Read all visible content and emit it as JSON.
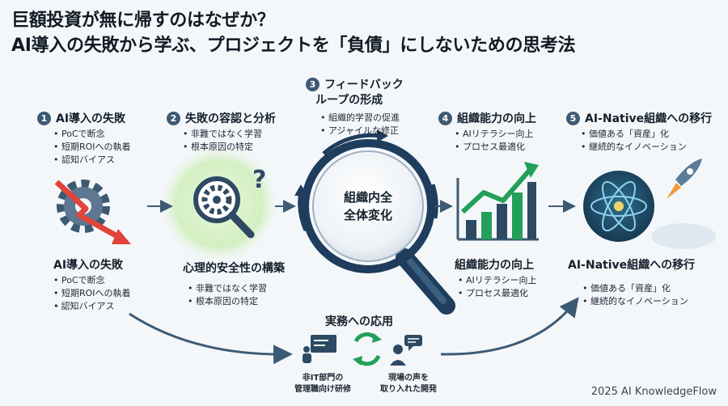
{
  "title": {
    "line1": "巨額投資が無に帰すのはなぜか？",
    "line2": "AI導入の失敗から学ぶ、プロジェクトを「負債」にしないための思考法"
  },
  "steps": [
    {
      "num": "1",
      "label": "AI導入の失敗",
      "bullets": [
        "PoCで断念",
        "短期ROIへの執着",
        "認知バイアス"
      ]
    },
    {
      "num": "2",
      "label": "失敗の容認と分析",
      "bullets": [
        "非難ではなく学習",
        "根本原因の特定"
      ]
    },
    {
      "num": "3",
      "label_line1": "フィードバック",
      "label_line2": "ループの形成",
      "bullets": [
        "組織的学習の促進",
        "アジャイルな修正"
      ]
    },
    {
      "num": "4",
      "label": "組織能力の向上",
      "bullets": [
        "AIリテラシー向上",
        "プロセス最適化"
      ]
    },
    {
      "num": "5",
      "label": "AI-Native組織への移行",
      "bullets": [
        "価値ある「資産」化",
        "継続的なイノベーション"
      ]
    }
  ],
  "lower": {
    "fail": {
      "label": "AI導入の失敗",
      "bullets": [
        "PoCで断念",
        "短期ROIへの執着",
        "- 認知バイアス"
      ]
    },
    "safety": {
      "label": "心理的安全性の構築",
      "bullets": [
        "非難ではなく学習",
        "根本原因の特定"
      ]
    },
    "capability": {
      "label": "組織能力の向上",
      "bullets": [
        "AIリテラシー向上",
        "プロセス最適化"
      ]
    },
    "native": {
      "label": "AI-Native組織への移行",
      "bullets": [
        "価値ある「資産」化",
        "継続的なイノベーション"
      ]
    }
  },
  "center": {
    "line1": "組織内全",
    "line2": "全体変化"
  },
  "application": {
    "title": "実務への応用",
    "left_line1": "非IT部門の",
    "left_line2": "管理職向け研修",
    "right_line1": "現場の声を",
    "right_line2": "取り入れた開発"
  },
  "footer": "2025 AI KnowledgeFlow",
  "colors": {
    "accent": "#3d5a73",
    "red": "#e0443a",
    "green": "#22a05a",
    "navy": "#1f3d5c"
  },
  "icons": [
    "broken-gear-icon",
    "magnifier-gear-icon",
    "question-icon",
    "growth-chart-icon",
    "atom-icon",
    "rocket-icon",
    "presentation-icon",
    "cycle-icon",
    "feedback-person-icon"
  ]
}
